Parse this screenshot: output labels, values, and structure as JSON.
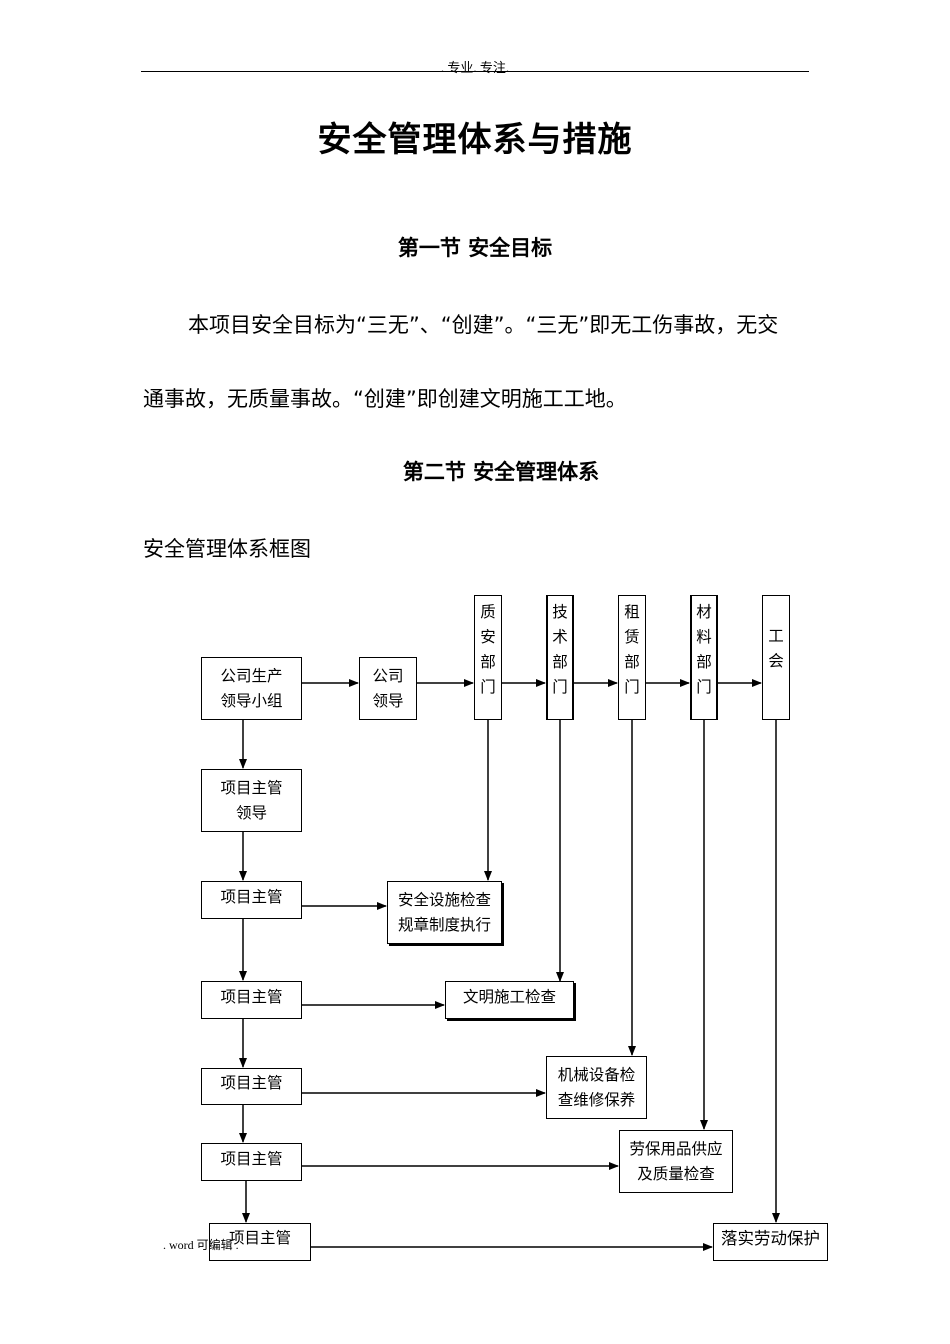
{
  "header": {
    "text": ". 专业. 专注."
  },
  "title": "安全管理体系与措施",
  "section1": {
    "heading": "第一节  安全目标",
    "para_line1": "本项目安全目标为“三无”、“创建”。“三无”即无工伤事故，无交",
    "para_line2": "通事故，无质量事故。“创建”即创建文明施工工地。"
  },
  "section2": {
    "heading": "第二节    安全管理体系",
    "subheading": "安全管理体系框图"
  },
  "diagram": {
    "company_group": [
      "公司生产",
      "领导小组"
    ],
    "company_lead": [
      "公司",
      "领导"
    ],
    "dept_quality": [
      "质",
      "安",
      "部",
      "门"
    ],
    "dept_tech": [
      "技",
      "术",
      "部",
      "门"
    ],
    "dept_lease": [
      "租",
      "赁",
      "部",
      "门"
    ],
    "dept_material": [
      "材",
      "料",
      "部",
      "门"
    ],
    "dept_union": [
      "工",
      "会"
    ],
    "project_lead": [
      "项目主管",
      "领导"
    ],
    "project_mgr": "项目主管",
    "task_safety": [
      "安全设施检查",
      "规章制度执行"
    ],
    "task_civil": "文明施工检查",
    "task_machine": [
      "机械设备检",
      "查维修保养"
    ],
    "task_protect": [
      "劳保用品供应",
      "及质量检查"
    ],
    "task_labor": "落实劳动保护"
  },
  "footer": {
    "text": ".   word 可编辑 ."
  }
}
